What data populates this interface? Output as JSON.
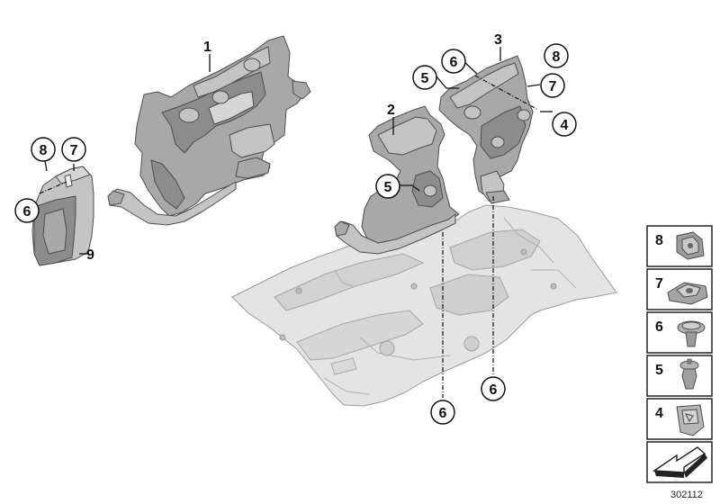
{
  "diagram": {
    "callouts": {
      "c1": "1",
      "c2": "2",
      "c3": "3",
      "c4": "4",
      "c5a": "5",
      "c5b": "5",
      "c6a": "6",
      "c6b": "6",
      "c6c": "6",
      "c6d": "6",
      "c7a": "7",
      "c7b": "7",
      "c8a": "8",
      "c8b": "8",
      "c9": "9"
    },
    "legend": {
      "items": [
        "8",
        "7",
        "6",
        "5",
        "4"
      ]
    },
    "document_number": "302112",
    "colors": {
      "part_dark": "#8c8c8c",
      "part_mid": "#a8a8a8",
      "part_light": "#c4c4c4",
      "floor_panel": "#e6e6e6",
      "line": "#111111"
    }
  }
}
